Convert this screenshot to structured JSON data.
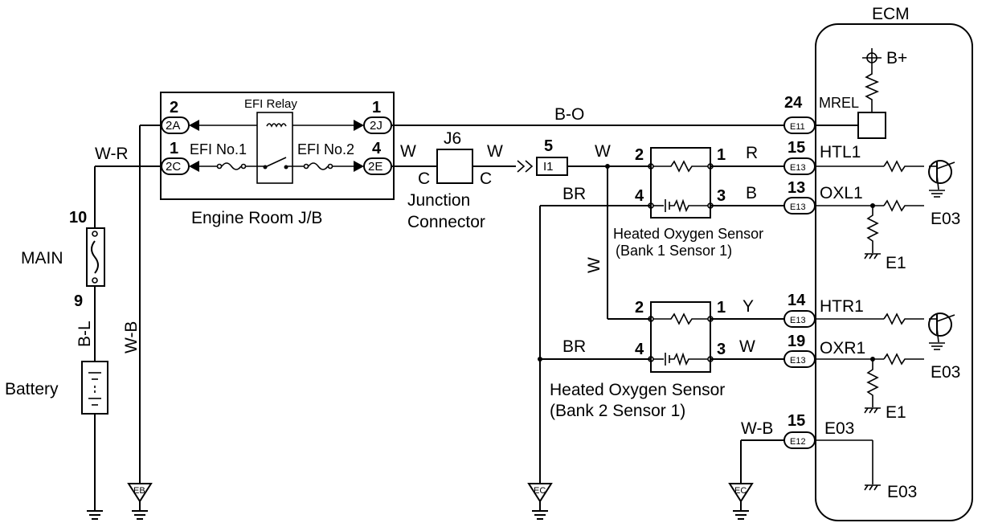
{
  "ecm": {
    "title": "ECM",
    "b_plus": "B+",
    "pins": {
      "mrel": "MREL",
      "htl1": "HTL1",
      "oxl1": "OXL1",
      "htr1": "HTR1",
      "oxr1": "OXR1",
      "e03": "E03"
    },
    "grounds": {
      "e03_upper": "E03",
      "e1_upper": "E1",
      "e03_lower": "E03",
      "e1_lower": "E1",
      "e03_bottom": "E03"
    },
    "pin_numbers": {
      "mrel": "24",
      "htl1": "15",
      "oxl1": "13",
      "htr1": "14",
      "oxr1": "19",
      "e03": "15"
    },
    "connectors": {
      "mrel": "E11",
      "htl1": "E13",
      "oxl1": "E13",
      "htr1": "E13",
      "oxr1": "E13",
      "e03": "E12"
    }
  },
  "engine_room_jb": {
    "label": "Engine Room J/B",
    "relay_label": "EFI Relay",
    "fuse1": "EFI No.1",
    "fuse2": "EFI No.2",
    "pins": {
      "left_top_num": "2",
      "left_top_conn": "2A",
      "left_bot_num": "1",
      "left_bot_conn": "2C",
      "right_top_num": "1",
      "right_top_conn": "2J",
      "right_bot_num": "4",
      "right_bot_conn": "2E"
    }
  },
  "junction": {
    "id": "J6",
    "pin_left": "C",
    "pin_right": "C",
    "label_line1": "Junction",
    "label_line2": "Connector"
  },
  "connector_i1": {
    "pin": "5",
    "code": "I1"
  },
  "wires": {
    "b_o": "B-O",
    "w_r": "W-R",
    "w1": "W",
    "w2": "W",
    "w3": "W",
    "w_vert": "W",
    "br1": "BR",
    "br2": "BR",
    "r": "R",
    "b": "B",
    "y": "Y",
    "w4": "W",
    "b_l": "B-L",
    "w_b_vert": "W-B",
    "w_b_ecm": "W-B"
  },
  "main_fuse": {
    "label": "MAIN",
    "pin_top": "10",
    "pin_bot": "9"
  },
  "battery": {
    "label": "Battery"
  },
  "sensor1": {
    "label_line1": "Heated Oxygen Sensor",
    "label_line2": "(Bank 1 Sensor 1)",
    "pins": {
      "p2": "2",
      "p1": "1",
      "p4": "4",
      "p3": "3"
    }
  },
  "sensor2": {
    "label_line1": "Heated Oxygen Sensor",
    "label_line2": "(Bank 2 Sensor 1)",
    "pins": {
      "p2": "2",
      "p1": "1",
      "p4": "4",
      "p3": "3"
    }
  },
  "ground_points": {
    "eb": "EB",
    "ec1": "EC",
    "ec2": "EC"
  }
}
